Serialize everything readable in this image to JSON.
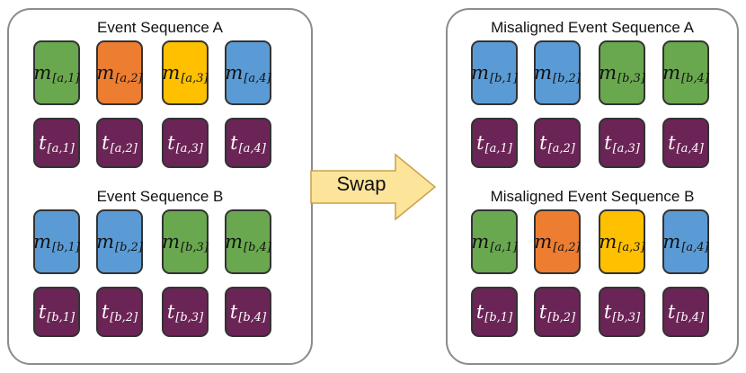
{
  "colors": {
    "green": "#6aa84f",
    "orange": "#ed7d31",
    "yellow": "#ffc000",
    "blue": "#5b9bd5",
    "purple": "#6b2456",
    "arrow_fill": "#fde49b",
    "arrow_stroke": "#c8a24a"
  },
  "swap": {
    "label": "Swap"
  },
  "panels": [
    {
      "id": "left",
      "sections": [
        {
          "title": "Event Sequence A",
          "m": [
            {
              "sym": "m",
              "sub": "[a,1]",
              "color": "green"
            },
            {
              "sym": "m",
              "sub": "[a,2]",
              "color": "orange"
            },
            {
              "sym": "m",
              "sub": "[a,3]",
              "color": "yellow"
            },
            {
              "sym": "m",
              "sub": "[a,4]",
              "color": "blue"
            }
          ],
          "t": [
            {
              "sym": "t",
              "sub": "[a,1]"
            },
            {
              "sym": "t",
              "sub": "[a,2]"
            },
            {
              "sym": "t",
              "sub": "[a,3]"
            },
            {
              "sym": "t",
              "sub": "[a,4]"
            }
          ]
        },
        {
          "title": "Event Sequence B",
          "m": [
            {
              "sym": "m",
              "sub": "[b,1]",
              "color": "blue"
            },
            {
              "sym": "m",
              "sub": "[b,2]",
              "color": "blue"
            },
            {
              "sym": "m",
              "sub": "[b,3]",
              "color": "green"
            },
            {
              "sym": "m",
              "sub": "[b,4]",
              "color": "green"
            }
          ],
          "t": [
            {
              "sym": "t",
              "sub": "[b,1]"
            },
            {
              "sym": "t",
              "sub": "[b,2]"
            },
            {
              "sym": "t",
              "sub": "[b,3]"
            },
            {
              "sym": "t",
              "sub": "[b,4]"
            }
          ]
        }
      ]
    },
    {
      "id": "right",
      "sections": [
        {
          "title": "Misaligned Event Sequence A",
          "m": [
            {
              "sym": "m",
              "sub": "[b,1]",
              "color": "blue"
            },
            {
              "sym": "m",
              "sub": "[b,2]",
              "color": "blue"
            },
            {
              "sym": "m",
              "sub": "[b,3]",
              "color": "green"
            },
            {
              "sym": "m",
              "sub": "[b,4]",
              "color": "green"
            }
          ],
          "t": [
            {
              "sym": "t",
              "sub": "[a,1]"
            },
            {
              "sym": "t",
              "sub": "[a,2]"
            },
            {
              "sym": "t",
              "sub": "[a,3]"
            },
            {
              "sym": "t",
              "sub": "[a,4]"
            }
          ]
        },
        {
          "title": "Misaligned Event Sequence B",
          "m": [
            {
              "sym": "m",
              "sub": "[a,1]",
              "color": "green"
            },
            {
              "sym": "m",
              "sub": "[a,2]",
              "color": "orange"
            },
            {
              "sym": "m",
              "sub": "[a,3]",
              "color": "yellow"
            },
            {
              "sym": "m",
              "sub": "[a,4]",
              "color": "blue"
            }
          ],
          "t": [
            {
              "sym": "t",
              "sub": "[b,1]"
            },
            {
              "sym": "t",
              "sub": "[b,2]"
            },
            {
              "sym": "t",
              "sub": "[b,3]"
            },
            {
              "sym": "t",
              "sub": "[b,4]"
            }
          ]
        }
      ]
    }
  ]
}
